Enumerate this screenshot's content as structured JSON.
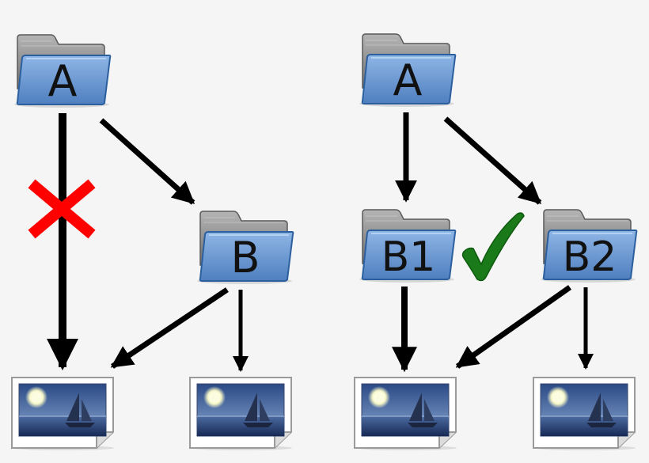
{
  "colors": {
    "background": "#f5f5f6",
    "folder_tab": "#8a8a8a",
    "folder_front": "#6d9ad2",
    "folder_edge": "#2c5f9e",
    "arrow": "#000000",
    "cross": "#ff0000",
    "check": "#1a7a1a",
    "image_sky": "#5a7fb3",
    "image_sea": "#1d3160",
    "image_sun": "#fbfbd8"
  },
  "left": {
    "folder_a": {
      "label": "A",
      "icon": "folder-icon"
    },
    "folder_b": {
      "label": "B",
      "icon": "folder-icon"
    },
    "status_icon": "cross-icon",
    "image_1": {
      "icon": "image-file-icon"
    },
    "image_2": {
      "icon": "image-file-icon"
    }
  },
  "right": {
    "folder_a": {
      "label": "A",
      "icon": "folder-icon"
    },
    "folder_b1": {
      "label": "B1",
      "icon": "folder-icon"
    },
    "folder_b2": {
      "label": "B2",
      "icon": "folder-icon"
    },
    "status_icon": "checkmark-icon",
    "image_1": {
      "icon": "image-file-icon"
    },
    "image_2": {
      "icon": "image-file-icon"
    }
  }
}
